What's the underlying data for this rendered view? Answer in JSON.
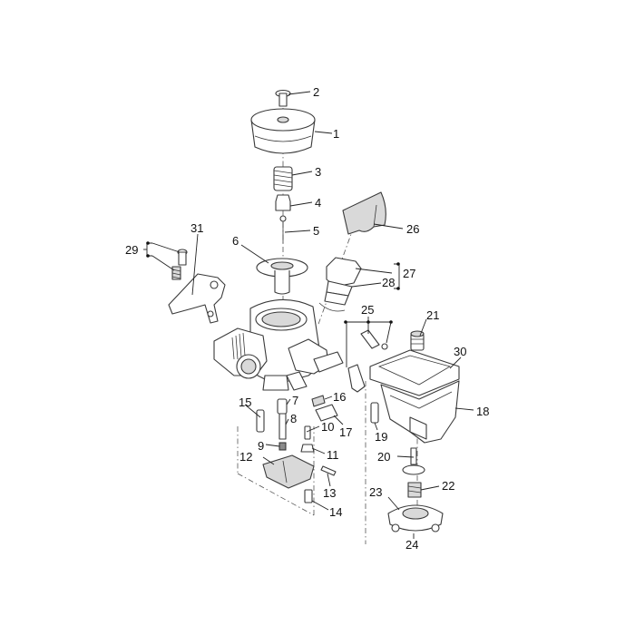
{
  "callouts": {
    "c1": "1",
    "c2": "2",
    "c3": "3",
    "c4": "4",
    "c5": "5",
    "c6": "6",
    "c7": "7",
    "c8": "8",
    "c9": "9",
    "c10": "10",
    "c11": "11",
    "c12": "12",
    "c13": "13",
    "c14": "14",
    "c15": "15",
    "c16": "16",
    "c17": "17",
    "c18": "18",
    "c19": "19",
    "c20": "20",
    "c21": "21",
    "c22": "22",
    "c23": "23",
    "c24": "24",
    "c25": "25",
    "c26": "26",
    "c27": "27",
    "c28": "28",
    "c29": "29",
    "c30": "30",
    "c31": "31"
  },
  "colors": {
    "line": "#3a3a3a",
    "fill": "#ffffff",
    "shade": "#d9d9d9",
    "dark": "#8a8a8a"
  }
}
